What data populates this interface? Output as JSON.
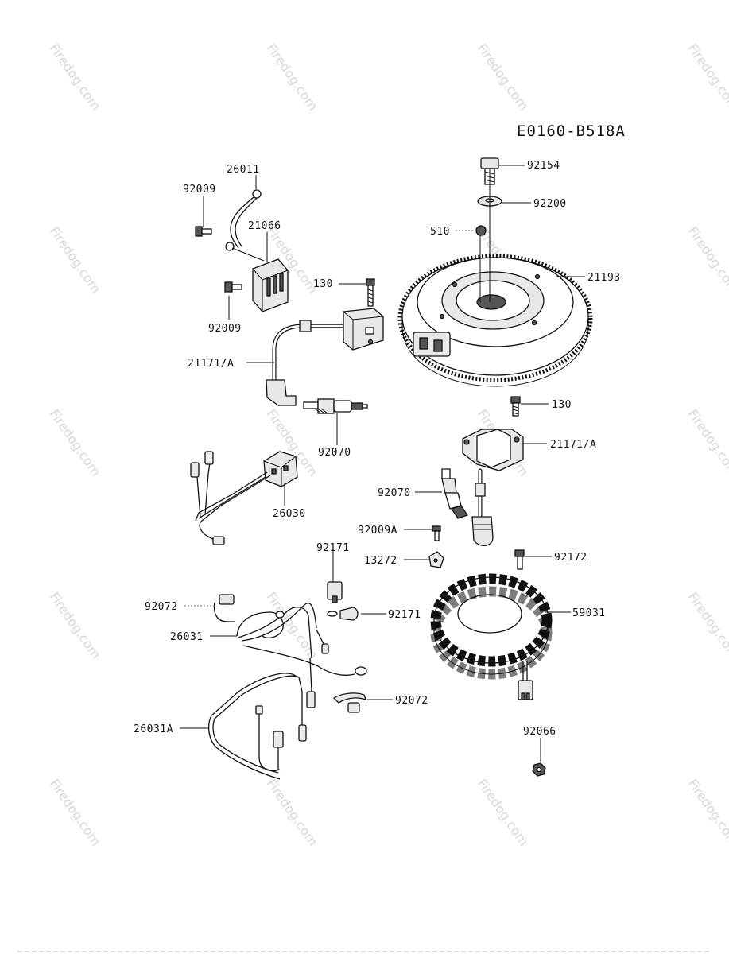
{
  "diagram": {
    "code": "E0160-B518A",
    "watermark": "Firedog.com",
    "callouts": [
      {
        "id": "c26011",
        "text": "26011"
      },
      {
        "id": "c92009a",
        "text": "92009"
      },
      {
        "id": "c21066",
        "text": "21066"
      },
      {
        "id": "c92009b",
        "text": "92009"
      },
      {
        "id": "c130a",
        "text": "130"
      },
      {
        "id": "c21171a",
        "text": "21171/A"
      },
      {
        "id": "c92070a",
        "text": "92070"
      },
      {
        "id": "c26030",
        "text": "26030"
      },
      {
        "id": "c92154",
        "text": "92154"
      },
      {
        "id": "c92200",
        "text": "92200"
      },
      {
        "id": "c510",
        "text": "510"
      },
      {
        "id": "c21193",
        "text": "21193"
      },
      {
        "id": "c130b",
        "text": "130"
      },
      {
        "id": "c21171b",
        "text": "21171/A"
      },
      {
        "id": "c92070b",
        "text": "92070"
      },
      {
        "id": "c92009A",
        "text": "92009A"
      },
      {
        "id": "c13272",
        "text": "13272"
      },
      {
        "id": "c92171a",
        "text": "92171"
      },
      {
        "id": "c92171b",
        "text": "92171"
      },
      {
        "id": "c92172",
        "text": "92172"
      },
      {
        "id": "c59031",
        "text": "59031"
      },
      {
        "id": "c92072a",
        "text": "92072"
      },
      {
        "id": "c26031",
        "text": "26031"
      },
      {
        "id": "c92072b",
        "text": "92072"
      },
      {
        "id": "c26031A",
        "text": "26031A"
      },
      {
        "id": "c92066",
        "text": "92066"
      }
    ]
  }
}
